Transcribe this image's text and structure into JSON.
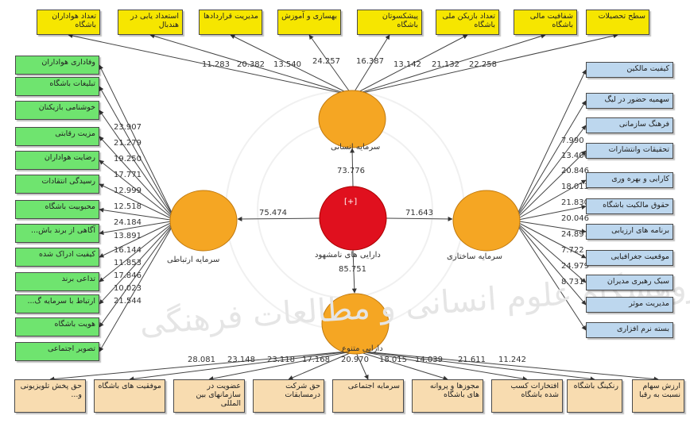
{
  "top_boxes": [
    {
      "text": "تعداد هواداران باشگاه"
    },
    {
      "text": "استعداد یابی در هندبال"
    },
    {
      "text": "مدیریت قراردادها"
    },
    {
      "text": "بهسازی و آموزش"
    },
    {
      "text": "پیشکسوتان باشگاه"
    },
    {
      "text": "تعداد بازیکن ملی باشگاه"
    },
    {
      "text": "شفافیت مالی باشگاه"
    },
    {
      "text": "سطح تحصیلات"
    }
  ],
  "top_values": [
    "11.283",
    "20.382",
    "13.540",
    "24.257",
    "16.387",
    "13.142",
    "21.132",
    "22.258"
  ],
  "left_boxes": [
    {
      "text": "وفاداری هواداران"
    },
    {
      "text": "تبلیغات باشگاه"
    },
    {
      "text": "خوشنامی بازیکنان"
    },
    {
      "text": "مزیت رقابتی"
    },
    {
      "text": "رضایت هواداران"
    },
    {
      "text": "رسیدگی انتقادات"
    },
    {
      "text": "محبوبیت باشگاه"
    },
    {
      "text": "آگاهی از برند باش..."
    },
    {
      "text": "کیفیت ادراک شده"
    },
    {
      "text": "تداعی برند"
    },
    {
      "text": "ارتباط با سرمایه گ..."
    },
    {
      "text": "هویت باشگاه"
    },
    {
      "text": "تصویر اجتماعی"
    }
  ],
  "left_values": [
    "23.907",
    "21.279",
    "19.250",
    "17.771",
    "12.999",
    "12.518",
    "24.184",
    "13.891",
    "16.144",
    "11.853",
    "17.846",
    "10.023",
    "21.544"
  ],
  "right_boxes": [
    {
      "text": "کیفیت مالکین"
    },
    {
      "text": "سهمیه حضور در لیگ"
    },
    {
      "text": "فرهنگ سازمانی"
    },
    {
      "text": "تحقیقات وانتشارات"
    },
    {
      "text": "کارایی و بهره وری"
    },
    {
      "text": "حقوق مالکیت باشگاه"
    },
    {
      "text": "برنامه های ارزیابی"
    },
    {
      "text": "موقعیت جغرافیایی"
    },
    {
      "text": "سبک رهبری مدیران"
    },
    {
      "text": "مدیریت موثر"
    },
    {
      "text": "بسته نرم افزاری"
    }
  ],
  "right_values": [
    "7.990",
    "13.406",
    "20.846",
    "18.013",
    "21.830",
    "20.046",
    "24.897",
    "7.722",
    "24.979",
    "8.731"
  ],
  "bottom_boxes": [
    {
      "text": "حق پخش تلویزیونی و..."
    },
    {
      "text": "موفقیت های باشگاه"
    },
    {
      "text": "عضویت در سازمانهای بین المللی"
    },
    {
      "text": "حق شرکت درمسابقات"
    },
    {
      "text": "سرمایه اجتماعی"
    },
    {
      "text": "مجوزها و پروانه های باشگاه"
    },
    {
      "text": "افتخارات کسب شده باشگاه"
    },
    {
      "text": "رنکینگ باشگاه"
    },
    {
      "text": "ارزش سهام نسبت به رقبا"
    }
  ],
  "bottom_values": [
    "28.081",
    "23.148",
    "23.118",
    "17.168",
    "20.970",
    "18.015",
    "14.039",
    "21.611",
    "11.242"
  ],
  "nodes": {
    "center": {
      "label": "دارایی های نامشهود",
      "marker": "[+]"
    },
    "top": {
      "label": "سرمایه انسانی"
    },
    "left": {
      "label": "سرمایه ارتباطی"
    },
    "right": {
      "label": "سرمایه ساختاری"
    },
    "bottom": {
      "label": "دارایی متنوع"
    }
  },
  "path_values": {
    "top": "73.776",
    "left": "75.474",
    "right": "71.643",
    "bottom": "85.751"
  },
  "watermark": "پژوهشگاه علوم انسانی و مطالعات فرهنگی",
  "colors": {
    "latent": "#f5a623",
    "center": "#e0101e",
    "yellow": "#f6e600",
    "green": "#6fe46f",
    "blue": "#bdd7ee",
    "tan": "#f8dcb0"
  }
}
